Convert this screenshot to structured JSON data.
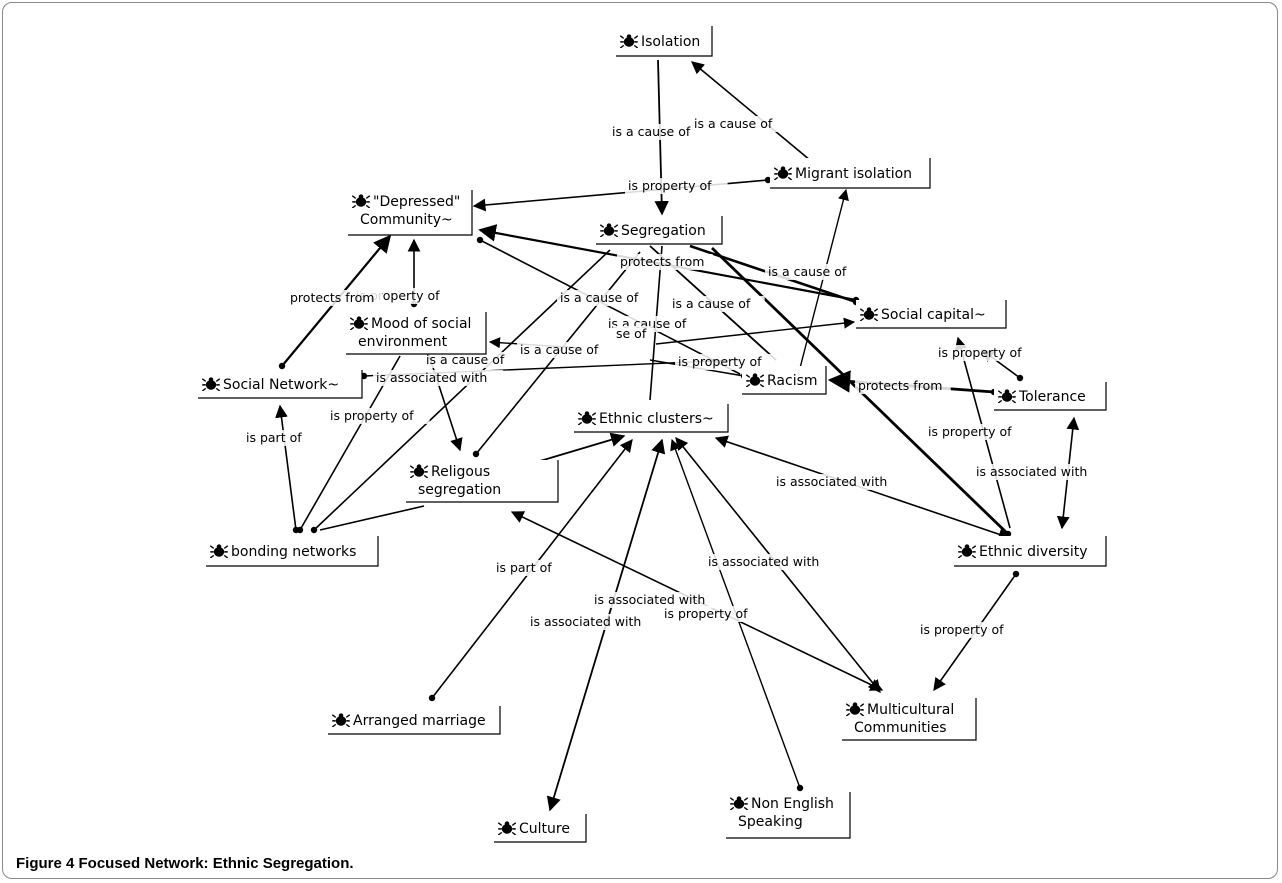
{
  "caption": "Figure 4 Focused Network: Ethnic Segregation.",
  "icon": "bug-icon",
  "colors": {
    "ink": "#000000",
    "frame": "#8a8a8a"
  },
  "nodes": [
    {
      "id": "isolation",
      "lines": [
        "Isolation"
      ]
    },
    {
      "id": "migrant_isolation",
      "lines": [
        "Migrant isolation"
      ]
    },
    {
      "id": "depressed_community",
      "lines": [
        "\"Depressed\"",
        "Community~"
      ]
    },
    {
      "id": "segregation",
      "lines": [
        "Segregation"
      ]
    },
    {
      "id": "social_capital",
      "lines": [
        "Social capital~"
      ]
    },
    {
      "id": "mood_social_env",
      "lines": [
        "Mood of social",
        "environment"
      ]
    },
    {
      "id": "social_network",
      "lines": [
        "Social Network~"
      ]
    },
    {
      "id": "racism",
      "lines": [
        "Racism"
      ]
    },
    {
      "id": "tolerance",
      "lines": [
        "Tolerance"
      ]
    },
    {
      "id": "ethnic_clusters",
      "lines": [
        "Ethnic clusters~"
      ]
    },
    {
      "id": "religous_segregation",
      "lines": [
        "Religous",
        "segregation"
      ]
    },
    {
      "id": "bonding_networks",
      "lines": [
        "bonding networks"
      ]
    },
    {
      "id": "ethnic_diversity",
      "lines": [
        "Ethnic diversity"
      ]
    },
    {
      "id": "arranged_marriage",
      "lines": [
        "Arranged marriage"
      ]
    },
    {
      "id": "multicultural_communities",
      "lines": [
        "Multicultural",
        "Communities"
      ]
    },
    {
      "id": "culture",
      "lines": [
        "Culture"
      ]
    },
    {
      "id": "non_english_speaking",
      "lines": [
        "Non English",
        "Speaking"
      ]
    }
  ],
  "edges": [
    {
      "from": "segregation",
      "to": "isolation",
      "label": "is a cause of"
    },
    {
      "from": "migrant_isolation",
      "to": "isolation",
      "label": "is a cause of"
    },
    {
      "from": "migrant_isolation",
      "to": "depressed_community",
      "label": "is property of"
    },
    {
      "from": "mood_social_env",
      "to": "depressed_community",
      "label": "is property of"
    },
    {
      "from": "social_network",
      "to": "depressed_community",
      "label": "protects from"
    },
    {
      "from": "social_capital",
      "to": "depressed_community",
      "label": "protects from"
    },
    {
      "from": "segregation",
      "to": "social_capital",
      "label": "is a cause of"
    },
    {
      "from": "depressed_community",
      "to": "racism",
      "label": "is a cause of"
    },
    {
      "from": "segregation",
      "to": "racism",
      "label": "is a cause of"
    },
    {
      "from": "segregation",
      "to": "ethnic_clusters",
      "label": "is a cause of"
    },
    {
      "from": "ethnic_clusters",
      "to": "social_capital",
      "label": "se of"
    },
    {
      "from": "ethnic_clusters",
      "to": "mood_social_env",
      "label": "is a cause of"
    },
    {
      "from": "ethnic_clusters",
      "to": "racism",
      "label": "is property of"
    },
    {
      "from": "racism",
      "to": "migrant_isolation",
      "label": ""
    },
    {
      "from": "racism",
      "to": "social_network",
      "label": ""
    },
    {
      "from": "tolerance",
      "to": "racism",
      "label": "protects from"
    },
    {
      "from": "tolerance",
      "to": "social_capital",
      "label": "is property of"
    },
    {
      "from": "ethnic_diversity",
      "to": "social_capital",
      "label": "is property of"
    },
    {
      "from": "ethnic_diversity",
      "to": "tolerance",
      "label": "is associated with"
    },
    {
      "from": "ethnic_diversity",
      "to": "ethnic_clusters",
      "label": "is associated with"
    },
    {
      "from": "ethnic_diversity",
      "to": "segregation",
      "label": ""
    },
    {
      "from": "ethnic_diversity",
      "to": "multicultural_communities",
      "label": "is property of"
    },
    {
      "from": "bonding_networks",
      "to": "social_network",
      "label": "is part of"
    },
    {
      "from": "bonding_networks",
      "to": "mood_social_env",
      "label": "is property of"
    },
    {
      "from": "bonding_networks",
      "to": "segregation",
      "label": "is associated with"
    },
    {
      "from": "bonding_networks",
      "to": "ethnic_clusters",
      "label": ""
    },
    {
      "from": "mood_social_env",
      "to": "religous_segregation",
      "label": "is a cause of"
    },
    {
      "from": "religous_segregation",
      "to": "segregation",
      "label": ""
    },
    {
      "from": "religous_segregation",
      "to": "ethnic_clusters",
      "label": ""
    },
    {
      "from": "religous_segregation",
      "to": "multicultural_communities",
      "label": "is associated with"
    },
    {
      "from": "arranged_marriage",
      "to": "ethnic_clusters",
      "label": "is part of"
    },
    {
      "from": "culture",
      "to": "ethnic_clusters",
      "label": "is associated with"
    },
    {
      "from": "non_english_speaking",
      "to": "ethnic_clusters",
      "label": "is property of"
    },
    {
      "from": "multicultural_communities",
      "to": "ethnic_clusters",
      "label": "is associated with"
    }
  ]
}
